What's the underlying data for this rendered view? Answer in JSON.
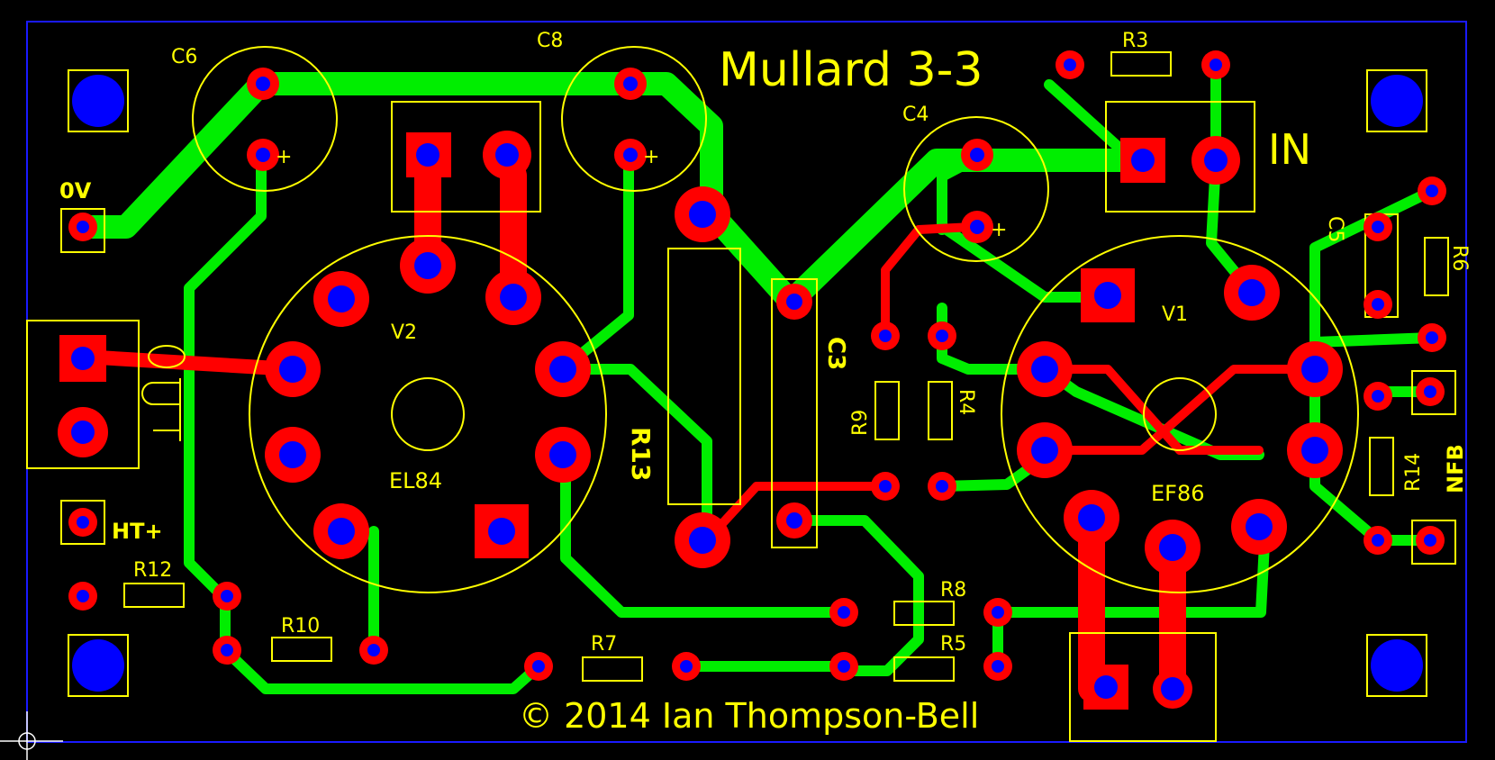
{
  "board": {
    "title": "Mullard 3-3",
    "copyright": "© 2014 Ian Thompson-Bell"
  },
  "colors": {
    "background": "#000000",
    "top_copper": "#00ee00",
    "bottom_copper": "#ff0000",
    "silkscreen": "#ffff00",
    "drill": "#0000ff",
    "outline": "#1a1aff"
  },
  "labels": {
    "c6": "C6",
    "c8": "C8",
    "c4": "C4",
    "c5": "C5",
    "c3": "C3",
    "r3": "R3",
    "r6": "R6",
    "r9": "R9",
    "r4": "R4",
    "r13": "R13",
    "r14": "R14",
    "r12": "R12",
    "r10": "R10",
    "r7": "R7",
    "r8": "R8",
    "r5": "R5",
    "v2": "V2",
    "v1": "V1",
    "el84": "EL84",
    "ef86": "EF86",
    "in": "IN",
    "nfb": "NFB",
    "ov": "0V",
    "ht": "HT+",
    "plus": "+"
  }
}
